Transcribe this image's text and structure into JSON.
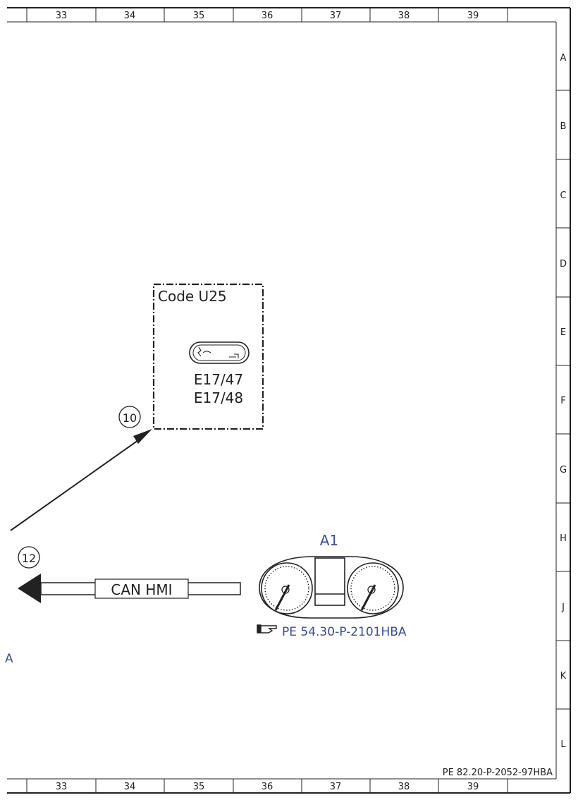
{
  "columns": [
    "33",
    "34",
    "35",
    "36",
    "37",
    "38",
    "39"
  ],
  "rows": [
    "A",
    "B",
    "C",
    "D",
    "E",
    "F",
    "G",
    "H",
    "J",
    "K",
    "L"
  ],
  "code_box": {
    "title": "Code U25",
    "component_ids": [
      "E17/47",
      "E17/48"
    ]
  },
  "callouts": {
    "ten": "10",
    "twelve": "12"
  },
  "cluster": {
    "id": "A1",
    "reference": "PE 54.30-P-2101HBA"
  },
  "bus_label": "CAN HMI",
  "edge_fragment": "A",
  "footer_ref": "PE 82.20-P-2052-97HBA",
  "colors": {
    "line": "#222222",
    "ref_blue": "#3a4aa0"
  }
}
